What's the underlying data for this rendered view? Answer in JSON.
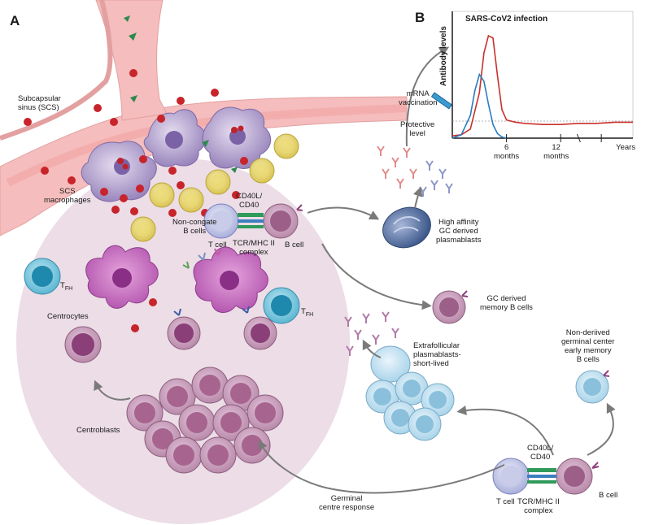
{
  "panels": {
    "a": "A",
    "b": "B"
  },
  "labels": {
    "subcapsular_sinus": "Subcapsular\nsinus (SCS)",
    "scs_macrophages": "SCS\nmacrophages",
    "non_cognate_b_cells": "Non-congate\nB cells",
    "cd40l_top": "CD40L/\nCD40",
    "t_cell_top": "T cell",
    "tcr_mhc_top": "TCR/MHC II\ncomplex",
    "b_cell_top": "B cell",
    "high_affinity": "High affinity\nGC derived\nplasmablasts",
    "gc_memory": "GC derived\nmemory B cells",
    "tfh": "T",
    "tfh_sub": "FH",
    "centrocytes": "Centrocytes",
    "centroblasts": "Centroblasts",
    "extrafollicular": "Extrafollicular\nplasmablasts-\nshort-lived",
    "non_derived_memory": "Non-deriived\ngerminal center\nearly memory\nB cells",
    "cd40l_bottom": "CD40L/\nCD40",
    "t_cell_bottom": "T cell",
    "tcr_mhc_bottom": "TCR/MHC II\ncomplex",
    "b_cell_bottom": "B cell",
    "germinal_centre_response": "Germinal\ncentre response",
    "mrna_vaccination": "mRNA\nvaccination",
    "protective_level": "Protective\nlevel"
  },
  "chart_data": {
    "type": "line",
    "title": "SARS-CoV2 infection",
    "ylabel": "Antibody levels",
    "x_ticks": [
      "6\nmonths",
      "12\nmonths",
      "Years"
    ],
    "series": [
      {
        "color": "#c8312c",
        "x": [
          0,
          1,
          2,
          3,
          3.5,
          4,
          4.5,
          5,
          5.5,
          6,
          7,
          8,
          10,
          12,
          14,
          16,
          18,
          20
        ],
        "y": [
          0.02,
          0.03,
          0.08,
          0.4,
          0.75,
          0.9,
          0.88,
          0.55,
          0.25,
          0.16,
          0.14,
          0.13,
          0.12,
          0.12,
          0.13,
          0.13,
          0.14,
          0.14
        ]
      },
      {
        "color": "#2a7bbf",
        "x": [
          0,
          1,
          2,
          2.5,
          3,
          3.5,
          4,
          4.5,
          5,
          5.5,
          6
        ],
        "y": [
          0.0,
          0.03,
          0.2,
          0.42,
          0.56,
          0.5,
          0.3,
          0.12,
          0.04,
          0.01,
          0.0
        ]
      }
    ],
    "protective_level_y": 0.15,
    "colors": {
      "red": "#c8312c",
      "blue": "#2a7bbf"
    }
  }
}
